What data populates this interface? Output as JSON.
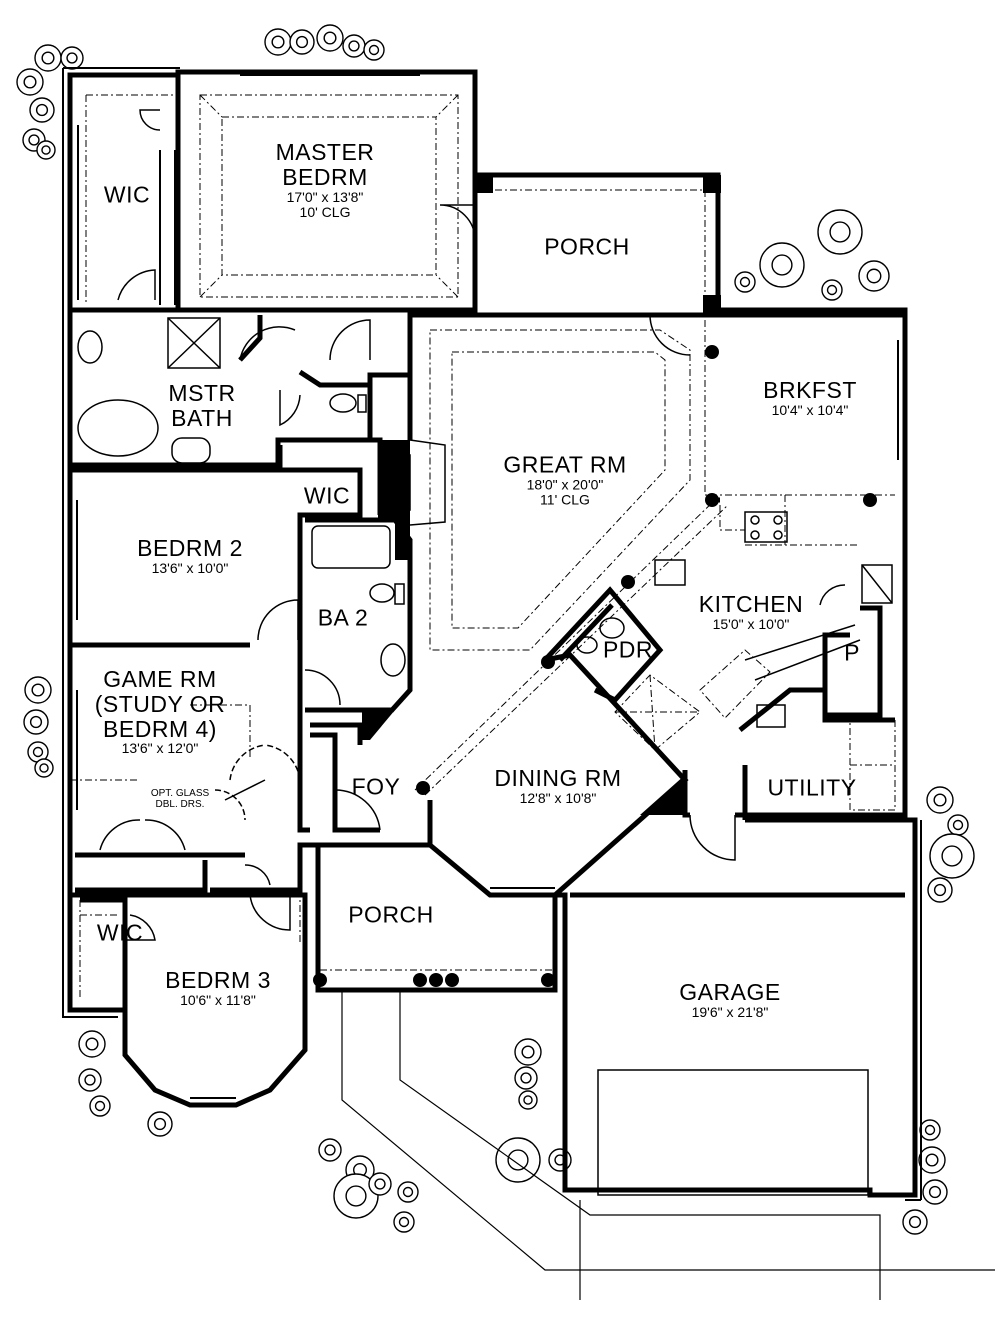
{
  "rooms": {
    "master_bedroom": {
      "name": [
        "MASTER",
        "BEDRM"
      ],
      "dims": [
        "17'0\" x 13'8\"",
        "10' CLG"
      ]
    },
    "wic_master": {
      "name": [
        "WIC"
      ],
      "dims": []
    },
    "porch_rear": {
      "name": [
        "PORCH"
      ],
      "dims": []
    },
    "master_bath": {
      "name": [
        "MSTR",
        "BATH"
      ],
      "dims": []
    },
    "breakfast": {
      "name": [
        "BRKFST"
      ],
      "dims": [
        "10'4\" x 10'4\""
      ]
    },
    "great_room": {
      "name": [
        "GREAT RM"
      ],
      "dims": [
        "18'0\" x 20'0\"",
        "11' CLG"
      ]
    },
    "wic_hall": {
      "name": [
        "WIC"
      ],
      "dims": []
    },
    "bedroom_2": {
      "name": [
        "BEDRM 2"
      ],
      "dims": [
        "13'6\" x 10'0\""
      ]
    },
    "bath_2": {
      "name": [
        "BA 2"
      ],
      "dims": []
    },
    "kitchen": {
      "name": [
        "KITCHEN"
      ],
      "dims": [
        "15'0\" x 10'0\""
      ]
    },
    "powder": {
      "name": [
        "PDR"
      ],
      "dims": []
    },
    "pantry": {
      "name": [
        "P"
      ],
      "dims": []
    },
    "game_room": {
      "name": [
        "GAME RM",
        "(STUDY OR",
        "BEDRM 4)"
      ],
      "dims": [
        "13'6\" x 12'0\""
      ]
    },
    "foyer": {
      "name": [
        "FOY"
      ],
      "dims": []
    },
    "dining_room": {
      "name": [
        "DINING RM"
      ],
      "dims": [
        "12'8\" x 10'8\""
      ]
    },
    "utility": {
      "name": [
        "UTILITY"
      ],
      "dims": []
    },
    "porch_front": {
      "name": [
        "PORCH"
      ],
      "dims": []
    },
    "wic_bed3": {
      "name": [
        "WIC"
      ],
      "dims": []
    },
    "bedroom_3": {
      "name": [
        "BEDRM 3"
      ],
      "dims": [
        "10'6\" x 11'8\""
      ]
    },
    "garage": {
      "name": [
        "GARAGE"
      ],
      "dims": [
        "19'6\" x 21'8\""
      ]
    }
  },
  "notes": {
    "glass_doors": [
      "OPT. GLASS",
      "DBL. DRS."
    ]
  }
}
